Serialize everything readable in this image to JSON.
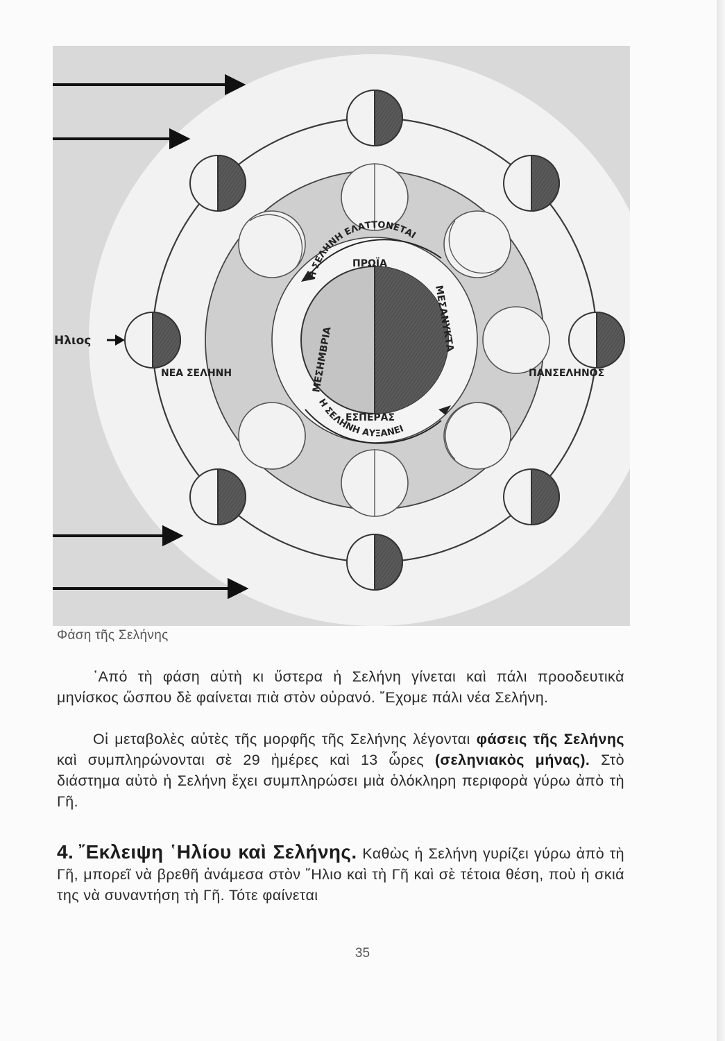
{
  "figure": {
    "labels": {
      "sun": "Ηλιος",
      "new_moon": "ΝΕΑ ΣΕΛΗΝΗ",
      "full_moon": "ΠΑΝΣΕΛΗΝΟΣ",
      "morning": "ΠΡΩΪΑ",
      "noon": "ΜΕΣΗΜΒΡΙΑ",
      "evening": "ΕΣΠΕΡΑΣ",
      "midnight": "ΜΕΣΑΝΥΚΤΑ",
      "waning": "Η ΣΕΛΗΝΗ ΕΛΑΤΤΟΝΕΤΑΙ",
      "waxing": "Η ΣΕΛΗΝΗ ΑΥΞΑΝΕΙ"
    }
  },
  "caption": "Φάση τῆς Σελήνης",
  "paragraph1": "᾿Από τὴ φάση αὐτὴ κι ὕστερα ἡ Σελήνη γίνεται καὶ πάλι προοδευτικὰ μηνίσκος ὥσπου δὲ φαίνεται πιὰ στὸν οὐρανό. ῎Εχομε πάλι νέα Σελήνη.",
  "paragraph2": {
    "part1": "Οἱ μεταβολὲς αὐτὲς τῆς μορφῆς τῆς Σελήνης λέγονται ",
    "bold1": "φάσεις τῆς Σελήνης",
    "part2": " καὶ συμπληρώνονται σὲ 29 ἡμέρες καὶ 13 ὧρες ",
    "bold2": "(σεληνιακὸς μήνας).",
    "part3": " Στὸ διάστημα αὐτὸ ἡ Σελήνη ἔχει συμπληρώσει μιὰ ὁλόκληρη περιφορὰ γύρω ἀπὸ τὴ Γῆ."
  },
  "section": {
    "number": "4.",
    "title": "῎Εκλειψη ῾Ηλίου καὶ Σελήνης.",
    "text": " Καθὼς ἡ Σελήνη γυρίζει γύρω ἀπὸ τὴ Γῆ, μπορεῖ νὰ βρεθῆ ἀνάμεσα στὸν ῞Ηλιο καὶ τὴ Γῆ καὶ σὲ τέτοια θέση, ποὺ ἡ σκιά της νὰ συναντήση τὴ Γῆ. Τότε φαίνεται"
  },
  "page_number": "35"
}
